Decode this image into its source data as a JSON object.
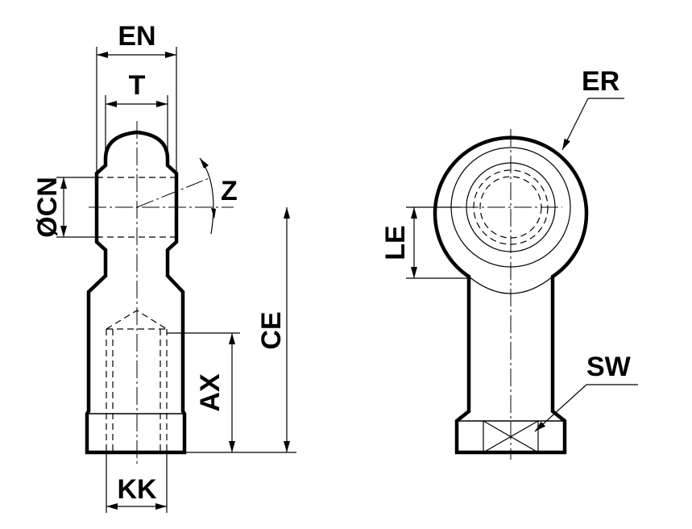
{
  "labels": {
    "en": "EN",
    "t": "T",
    "cn": "ØCN",
    "z": "Z",
    "ce": "CE",
    "ax": "AX",
    "kk": "KK",
    "er": "ER",
    "le": "LE",
    "sw": "SW"
  },
  "colors": {
    "line": "#000000",
    "background": "#ffffff"
  }
}
